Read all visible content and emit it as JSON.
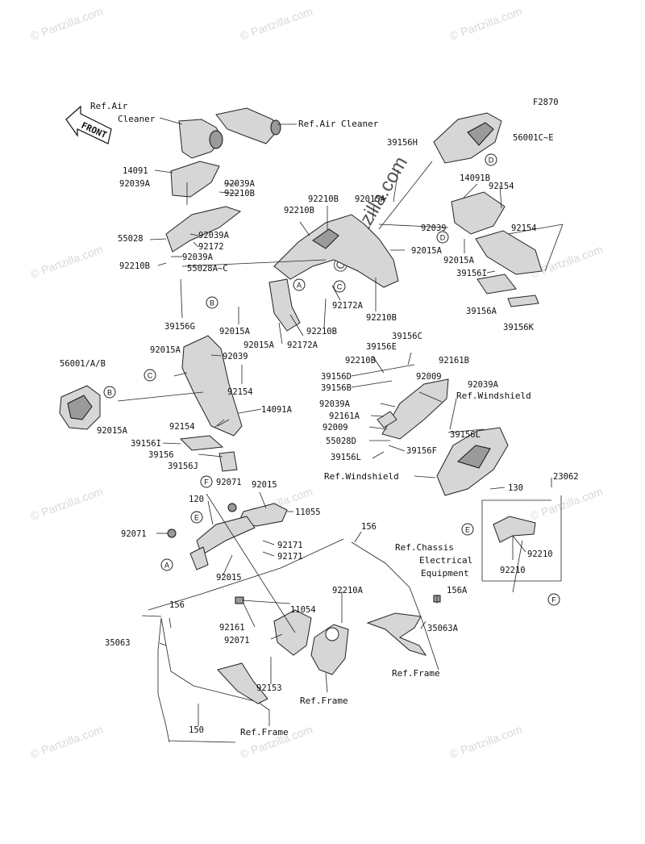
{
  "figure_code": "F2870",
  "front_arrow_label": "FRONT",
  "watermark": "© Partzilla.com",
  "big_watermark": "© Partzilla.com",
  "labels": [
    {
      "id": "ref-air-cleaner-left-1",
      "text": "Ref.Air"
    },
    {
      "id": "ref-air-cleaner-left-2",
      "text": "Cleaner"
    },
    {
      "id": "ref-air-cleaner-right",
      "text": "Ref.Air Cleaner"
    },
    {
      "id": "p14091",
      "text": "14091"
    },
    {
      "id": "p92039a-1",
      "text": "92039A"
    },
    {
      "id": "p92210b-1",
      "text": "92210B"
    },
    {
      "id": "p92039a-2",
      "text": "92039A"
    },
    {
      "id": "p55028",
      "text": "55028"
    },
    {
      "id": "p92039a-3",
      "text": "92039A"
    },
    {
      "id": "p92172",
      "text": "92172"
    },
    {
      "id": "p92039a-4",
      "text": "92039A"
    },
    {
      "id": "p92210b-2",
      "text": "92210B"
    },
    {
      "id": "p55028ac",
      "text": "55028A~C"
    },
    {
      "id": "p39156g",
      "text": "39156G"
    },
    {
      "id": "p92210b-3",
      "text": "92210B"
    },
    {
      "id": "p92210b-4",
      "text": "92210B"
    },
    {
      "id": "p92015a-1",
      "text": "92015A"
    },
    {
      "id": "p39156h",
      "text": "39156H"
    },
    {
      "id": "p56001ce",
      "text": "56001C~E"
    },
    {
      "id": "p14091b",
      "text": "14091B"
    },
    {
      "id": "p92154-1",
      "text": "92154"
    },
    {
      "id": "p92039-1",
      "text": "92039"
    },
    {
      "id": "p92154-2",
      "text": "92154"
    },
    {
      "id": "p92015a-2",
      "text": "92015A"
    },
    {
      "id": "p92015a-3",
      "text": "92015A"
    },
    {
      "id": "p39156i-1",
      "text": "39156I"
    },
    {
      "id": "p39156a",
      "text": "39156A"
    },
    {
      "id": "p39156k",
      "text": "39156K"
    },
    {
      "id": "p92172a-1",
      "text": "92172A"
    },
    {
      "id": "p92210b-5",
      "text": "92210B"
    },
    {
      "id": "p92015a-4",
      "text": "92015A"
    },
    {
      "id": "p92210b-6",
      "text": "92210B"
    },
    {
      "id": "p92015a-5",
      "text": "92015A"
    },
    {
      "id": "p92172a-2",
      "text": "92172A"
    },
    {
      "id": "p92015a-6",
      "text": "92015A"
    },
    {
      "id": "p92039-2",
      "text": "92039"
    },
    {
      "id": "p56001ab",
      "text": "56001/A/B"
    },
    {
      "id": "p92154-3",
      "text": "92154"
    },
    {
      "id": "p14091a",
      "text": "14091A"
    },
    {
      "id": "p92015a-7",
      "text": "92015A"
    },
    {
      "id": "p92154-4",
      "text": "92154"
    },
    {
      "id": "p39156i-2",
      "text": "39156I"
    },
    {
      "id": "p39156",
      "text": "39156"
    },
    {
      "id": "p39156j",
      "text": "39156J"
    },
    {
      "id": "p39156c",
      "text": "39156C"
    },
    {
      "id": "p39156e",
      "text": "39156E"
    },
    {
      "id": "p92210b-7",
      "text": "92210B"
    },
    {
      "id": "p92161b",
      "text": "92161B"
    },
    {
      "id": "p39156d",
      "text": "39156D"
    },
    {
      "id": "p92009-1",
      "text": "92009"
    },
    {
      "id": "p39156b",
      "text": "39156B"
    },
    {
      "id": "p92039a-5",
      "text": "92039A"
    },
    {
      "id": "ref-windshield-1",
      "text": "Ref.Windshield"
    },
    {
      "id": "p92039a-6",
      "text": "92039A"
    },
    {
      "id": "p92161a",
      "text": "92161A"
    },
    {
      "id": "p92009-2",
      "text": "92009"
    },
    {
      "id": "p39156l-1",
      "text": "39156L"
    },
    {
      "id": "p55028d",
      "text": "55028D"
    },
    {
      "id": "p39156f",
      "text": "39156F"
    },
    {
      "id": "p39156l-2",
      "text": "39156L"
    },
    {
      "id": "ref-windshield-2",
      "text": "Ref.Windshield"
    },
    {
      "id": "p23062",
      "text": "23062"
    },
    {
      "id": "p130",
      "text": "130"
    },
    {
      "id": "p92071-1",
      "text": "92071"
    },
    {
      "id": "p92015-1",
      "text": "92015"
    },
    {
      "id": "p120",
      "text": "120"
    },
    {
      "id": "p11055",
      "text": "11055"
    },
    {
      "id": "p156-1",
      "text": "156"
    },
    {
      "id": "p92071-2",
      "text": "92071"
    },
    {
      "id": "p92171-1",
      "text": "92171"
    },
    {
      "id": "p92171-2",
      "text": "92171"
    },
    {
      "id": "p92015-2",
      "text": "92015"
    },
    {
      "id": "ref-chassis-1",
      "text": "Ref.Chassis"
    },
    {
      "id": "ref-chassis-2",
      "text": "Electrical"
    },
    {
      "id": "ref-chassis-3",
      "text": "Equipment"
    },
    {
      "id": "p92210-1",
      "text": "92210"
    },
    {
      "id": "p92210-2",
      "text": "92210"
    },
    {
      "id": "p92210a",
      "text": "92210A"
    },
    {
      "id": "p156a",
      "text": "156A"
    },
    {
      "id": "p156-2",
      "text": "156"
    },
    {
      "id": "p11054",
      "text": "11054"
    },
    {
      "id": "p35063a",
      "text": "35063A"
    },
    {
      "id": "p92161",
      "text": "92161"
    },
    {
      "id": "p92071-3",
      "text": "92071"
    },
    {
      "id": "p35063",
      "text": "35063"
    },
    {
      "id": "ref-frame-1",
      "text": "Ref.Frame"
    },
    {
      "id": "p92153",
      "text": "92153"
    },
    {
      "id": "ref-frame-2",
      "text": "Ref.Frame"
    },
    {
      "id": "p150",
      "text": "150"
    },
    {
      "id": "ref-frame-3",
      "text": "Ref.Frame"
    }
  ],
  "callouts": [
    {
      "id": "ca-a1",
      "letter": "A"
    },
    {
      "id": "ca-b1",
      "letter": "B"
    },
    {
      "id": "ca-c1",
      "letter": "C"
    },
    {
      "id": "ca-d1",
      "letter": "D"
    },
    {
      "id": "ca-d2",
      "letter": "D"
    },
    {
      "id": "ca-c2",
      "letter": "C"
    },
    {
      "id": "ca-b2",
      "letter": "B"
    },
    {
      "id": "ca-e1",
      "letter": "E"
    },
    {
      "id": "ca-f1",
      "letter": "F"
    },
    {
      "id": "ca-e2",
      "letter": "E"
    },
    {
      "id": "ca-a2",
      "letter": "A"
    },
    {
      "id": "ca-f2",
      "letter": "F"
    }
  ]
}
